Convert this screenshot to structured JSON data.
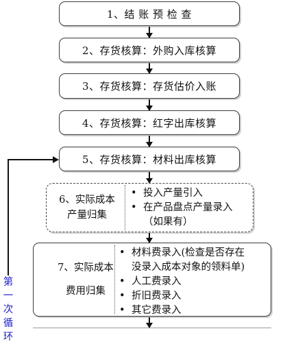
{
  "steps": [
    {
      "label": "1、结 账 预 检 查"
    },
    {
      "label": "2、存货核算：外购入库核算"
    },
    {
      "label": "3、存货核算：存货估价入账"
    },
    {
      "label": "4、存货核算：红字出库核算"
    },
    {
      "label": "5、存货核算：材料出库核算"
    }
  ],
  "step6": {
    "left_line1": "6、实际成本",
    "left_line2": "产量归集",
    "items": [
      {
        "bullet": "•",
        "text": "投入产量引入"
      },
      {
        "bullet": "•",
        "text": "在产品盘点产量录入"
      },
      {
        "bullet": "",
        "text": "（如果有）"
      }
    ]
  },
  "step7": {
    "left_line1": "7、实际成本",
    "left_line2": "费用归集",
    "items": [
      {
        "bullet": "•",
        "text": "材料费录入(检查是否存在"
      },
      {
        "bullet": "",
        "text": "没录入成本对象的领料单)"
      },
      {
        "bullet": "•",
        "text": "人工费录入"
      },
      {
        "bullet": "•",
        "text": "折旧费录入"
      },
      {
        "bullet": "•",
        "text": "其它费录入"
      }
    ]
  },
  "loop_label": [
    "第",
    "一",
    "次",
    "循",
    "环"
  ]
}
